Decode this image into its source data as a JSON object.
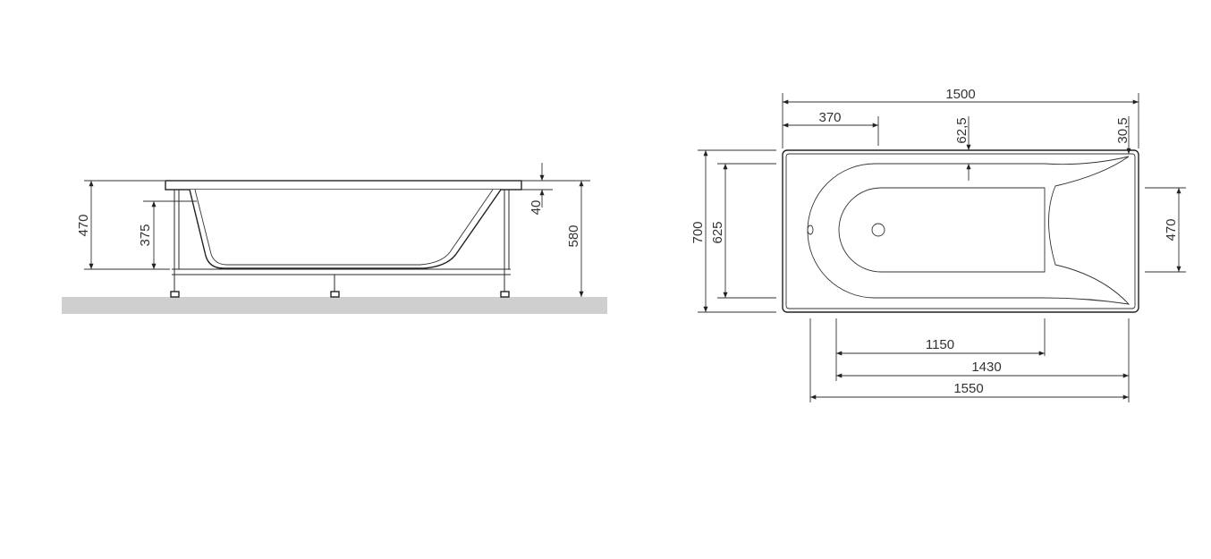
{
  "side_view": {
    "dims": {
      "total_height": "470",
      "inner_depth": "375",
      "rim_thickness": "40",
      "height_with_legs": "580"
    }
  },
  "top_view": {
    "dims": {
      "length": "1500",
      "drain_offset": "370",
      "rim_offset_inner": "62,5",
      "rim_offset_corner": "30,5",
      "width": "700",
      "inner_width": "625",
      "bottom_width": "470",
      "bottom_length": "1150",
      "inner_length": "1430",
      "overall_length": "1550"
    }
  },
  "colors": {
    "line": "#2a2a2a",
    "floor": "#cfcfcf",
    "text": "#333333"
  }
}
